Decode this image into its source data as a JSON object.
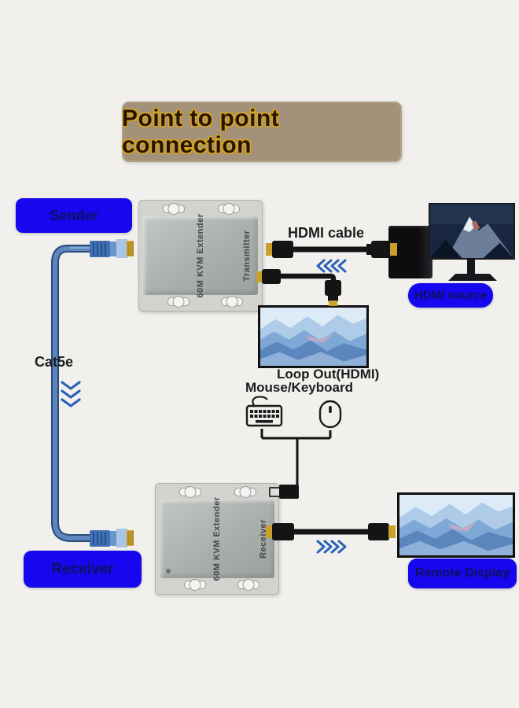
{
  "title": "Point to point connection",
  "nodes": {
    "sender": "Sender",
    "receiver": "Receiver",
    "hdmi_source": "HDMI source",
    "remote_display": "Remote Display"
  },
  "annotations": {
    "hdmi_cable": "HDMI cable",
    "cat5e": "Cat5e",
    "loop_out": "Loop Out(HDMI)",
    "mouse_keyboard": "Mouse/Keyboard"
  },
  "devices": {
    "transmitter": {
      "model": "60M KVM Extender",
      "role": "Transmitter"
    },
    "receiver": {
      "model": "60M KVM Extender",
      "role": "Receiver"
    }
  },
  "icons": {
    "keyboard": "keyboard-icon",
    "mouse": "mouse-icon",
    "flow_left": "flow-arrows-left-icon",
    "flow_right": "flow-arrows-right-icon",
    "flow_down": "flow-arrows-down-icon"
  },
  "colors": {
    "background": "#f1f0ed",
    "banner_bg": "#a39179",
    "banner_text": "#241505",
    "banner_glow": "#d9a41d",
    "label_bg": "#1607ee",
    "label_text": "#10105e",
    "chevron_blue": "#2a62b8",
    "ethernet_cable": "#5d86bd",
    "hdmi_cable": "#141414",
    "connector_gold": "#c9a02c",
    "device_gray": "#a9afab"
  }
}
